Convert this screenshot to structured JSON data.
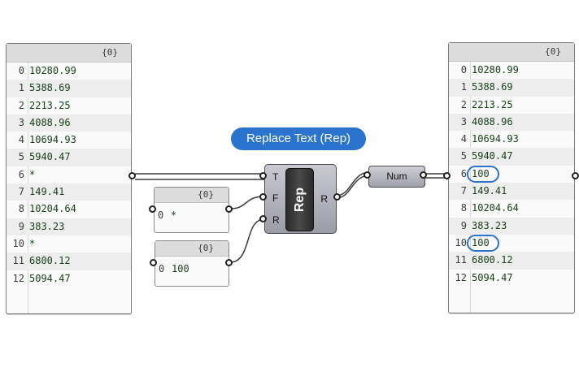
{
  "left_panel": {
    "header": "{0}",
    "rows": [
      {
        "i": "0",
        "v": "10280.99"
      },
      {
        "i": "1",
        "v": "5388.69"
      },
      {
        "i": "2",
        "v": "2213.25"
      },
      {
        "i": "3",
        "v": "4088.96"
      },
      {
        "i": "4",
        "v": "10694.93"
      },
      {
        "i": "5",
        "v": "5940.47"
      },
      {
        "i": "6",
        "v": "*"
      },
      {
        "i": "7",
        "v": "149.41"
      },
      {
        "i": "8",
        "v": "10204.64"
      },
      {
        "i": "9",
        "v": "383.23"
      },
      {
        "i": "10",
        "v": "*"
      },
      {
        "i": "11",
        "v": "6800.12"
      },
      {
        "i": "12",
        "v": "5094.47"
      }
    ]
  },
  "find_panel": {
    "header": "{0}",
    "index": "0",
    "value": "*"
  },
  "replace_panel": {
    "header": "{0}",
    "index": "0",
    "value": "100"
  },
  "component": {
    "name": "Rep",
    "inputs": [
      "T",
      "F",
      "R"
    ],
    "output": "R",
    "tooltip": "Replace Text (Rep)"
  },
  "num_param": {
    "label": "Num"
  },
  "right_panel": {
    "header": "{0}",
    "rows": [
      {
        "i": "0",
        "v": "10280.99"
      },
      {
        "i": "1",
        "v": "5388.69"
      },
      {
        "i": "2",
        "v": "2213.25"
      },
      {
        "i": "3",
        "v": "4088.96"
      },
      {
        "i": "4",
        "v": "10694.93"
      },
      {
        "i": "5",
        "v": "5940.47"
      },
      {
        "i": "6",
        "v": "100"
      },
      {
        "i": "7",
        "v": "149.41"
      },
      {
        "i": "8",
        "v": "10204.64"
      },
      {
        "i": "9",
        "v": "383.23"
      },
      {
        "i": "10",
        "v": "100"
      },
      {
        "i": "11",
        "v": "6800.12"
      },
      {
        "i": "12",
        "v": "5094.47"
      }
    ],
    "highlighted_indices": [
      6,
      10
    ],
    "highlight_color": "#2a74cf"
  }
}
